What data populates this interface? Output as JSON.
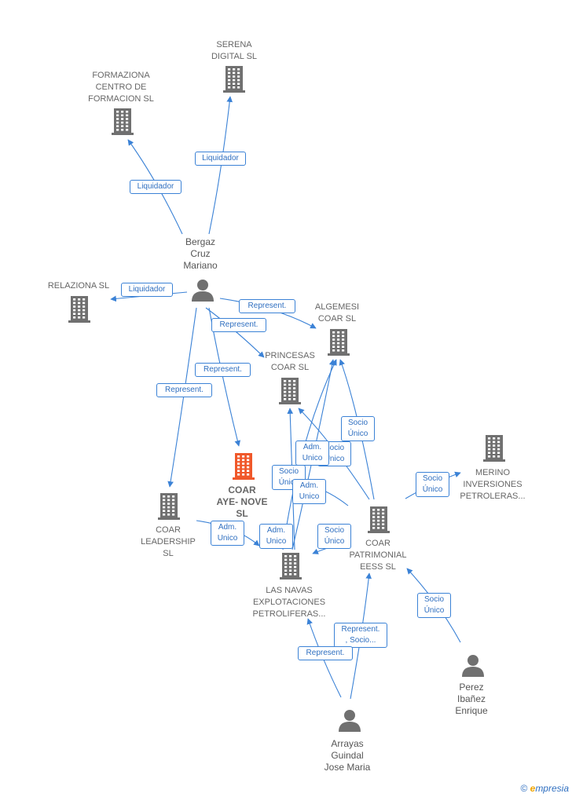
{
  "colors": {
    "edge": "#3b82d6",
    "company": "#707070",
    "main_company": "#f0582a",
    "person": "#707070"
  },
  "nodes": [
    {
      "id": "serena",
      "type": "company",
      "label": "SERENA\nDIGITAL SL"
    },
    {
      "id": "formaziona",
      "type": "company",
      "label": "FORMAZIONA\nCENTRO DE\nFORMACION SL"
    },
    {
      "id": "bergaz",
      "type": "person",
      "label": "Bergaz\nCruz\nMariano"
    },
    {
      "id": "relaziona",
      "type": "company",
      "label": "RELAZIONA SL"
    },
    {
      "id": "algemesi",
      "type": "company",
      "label": "ALGEMESI\nCOAR  SL"
    },
    {
      "id": "princesas",
      "type": "company",
      "label": "PRINCESAS\nCOAR  SL"
    },
    {
      "id": "coar_aye",
      "type": "main",
      "label": "COAR\nAYE- NOVE\nSL"
    },
    {
      "id": "coar_leadership",
      "type": "company",
      "label": "COAR\nLEADERSHIP\nSL"
    },
    {
      "id": "merino",
      "type": "company",
      "label": "MERINO\nINVERSIONES\nPETROLERAS..."
    },
    {
      "id": "coar_patrimonial",
      "type": "company",
      "label": "COAR\nPATRIMONIAL\nEESS  SL"
    },
    {
      "id": "las_navas",
      "type": "company",
      "label": "LAS NAVAS\nEXPLOTACIONES\nPETROLIFERAS..."
    },
    {
      "id": "perez",
      "type": "person",
      "label": "Perez\nIbañez\nEnrique"
    },
    {
      "id": "arrayas",
      "type": "person",
      "label": "Arrayas\nGuindal\nJose Maria"
    }
  ],
  "edges": [
    {
      "from": "bergaz",
      "to": "serena",
      "label": "Liquidador"
    },
    {
      "from": "bergaz",
      "to": "formaziona",
      "label": "Liquidador"
    },
    {
      "from": "bergaz",
      "to": "relaziona",
      "label": "Liquidador"
    },
    {
      "from": "bergaz",
      "to": "algemesi",
      "label": "Represent."
    },
    {
      "from": "bergaz",
      "to": "princesas",
      "label": "Represent."
    },
    {
      "from": "bergaz",
      "to": "coar_aye",
      "label": "Represent."
    },
    {
      "from": "bergaz",
      "to": "coar_leadership",
      "label": "Represent."
    },
    {
      "from": "coar_patrimonial",
      "to": "algemesi",
      "label": "Socio\nÚnico"
    },
    {
      "from": "coar_patrimonial",
      "to": "princesas",
      "label": "Socio\nÚnico"
    },
    {
      "from": "las_navas",
      "to": "princesas",
      "label": "Adm.\nUnico"
    },
    {
      "from": "coar_patrimonial",
      "to": "coar_aye",
      "label": "Socio\nÚnico"
    },
    {
      "from": "las_navas",
      "to": "coar_aye",
      "label": "Adm.\nUnico"
    },
    {
      "from": "coar_leadership",
      "to": "las_navas",
      "label": "Adm.\nUnico"
    },
    {
      "from": "las_navas",
      "to": "algemesi",
      "label": "Adm.\nUnico"
    },
    {
      "from": "coar_patrimonial",
      "to": "merino",
      "label": "Socio\nÚnico"
    },
    {
      "from": "coar_patrimonial",
      "to": "las_navas",
      "label": "Socio\nÚnico"
    },
    {
      "from": "perez",
      "to": "coar_patrimonial",
      "label": "Socio\nÚnico"
    },
    {
      "from": "arrayas",
      "to": "coar_patrimonial",
      "label": "Represent.\n, Socio..."
    },
    {
      "from": "arrayas",
      "to": "las_navas",
      "label": "Represent."
    }
  ],
  "footer": {
    "copyright": "©",
    "brand_e": "e",
    "brand_rest": "mpresia"
  }
}
